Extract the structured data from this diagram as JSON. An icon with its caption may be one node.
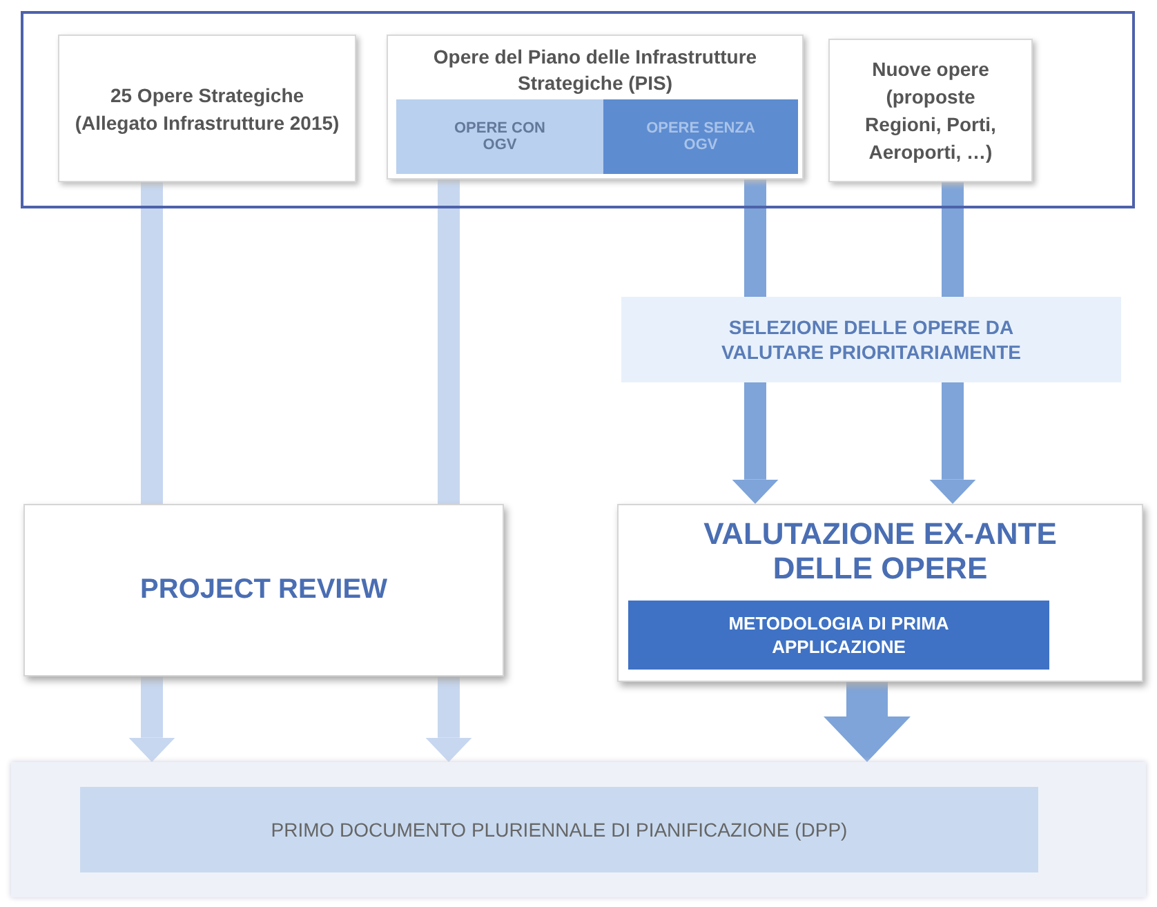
{
  "diagram": {
    "nodes": [
      {
        "text": [],
        "shape": "box"
      },
      {
        "text": [
          "25 Opere Strategiche (Allegato Infrastrutture 2015)"
        ],
        "in": 0
      },
      {
        "text": [
          "Opere del Piano delle Infrastrutture Strategiche (PIS)"
        ],
        "in": 0
      },
      {
        "text": [
          "OPERE CON OGV"
        ],
        "in": 2
      },
      {
        "text": [
          "OPERE SENZA OGV"
        ],
        "in": 2
      },
      {
        "text": [
          "Nuove opere (proposte Regioni, Porti, Aeroporti, …)"
        ],
        "in": 0
      },
      {
        "text": [
          "SELEZIONE DELLE OPERE DA VALUTARE PRIORITARIAMENTE"
        ]
      },
      {
        "text": [
          "PROJECT REVIEW"
        ]
      },
      {
        "text": [
          "VALUTAZIONE EX-ANTE DELLE OPERE"
        ]
      },
      {
        "text": [
          "METODOLOGIA DI PRIMA APPLICAZIONE"
        ],
        "in": 8
      },
      {
        "text": [],
        "shape": "box"
      },
      {
        "text": [
          "PRIMO DOCUMENTO PLURIENNALE DI PIANIFICAZIONE (DPP)"
        ],
        "in": 10
      }
    ],
    "edges": [
      {
        "from": 1,
        "to": 7,
        "arrow": "none",
        "color": "#c7d7ef"
      },
      {
        "from": 3,
        "to": 7,
        "arrow": "none",
        "color": "#c7d7ef"
      },
      {
        "from": 7,
        "to": 10,
        "arrow": "to",
        "color": "#c7d7ef"
      },
      {
        "from": 7,
        "to": 10,
        "arrow": "to",
        "color": "#c7d7ef"
      },
      {
        "from": 4,
        "to": 6,
        "arrow": "none"
      },
      {
        "from": 5,
        "to": 6,
        "arrow": "none"
      },
      {
        "from": 6,
        "to": 8,
        "arrow": "to"
      },
      {
        "from": 6,
        "to": 8,
        "arrow": "to"
      },
      {
        "from": 8,
        "to": 10,
        "arrow": "to",
        "style": "thick"
      }
    ]
  }
}
